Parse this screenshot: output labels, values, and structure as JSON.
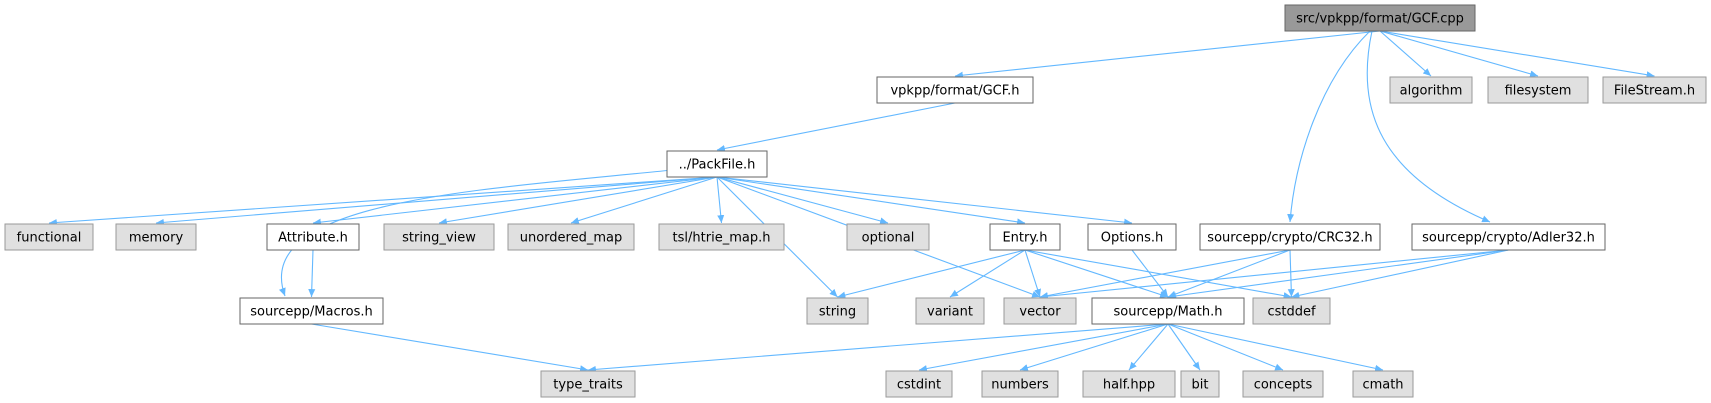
{
  "diagram": {
    "nodes": [
      {
        "id": "root",
        "label": "src/vpkpp/format/GCF.cpp",
        "kind": "root"
      },
      {
        "id": "gcfh",
        "label": "vpkpp/format/GCF.h",
        "kind": "local"
      },
      {
        "id": "algorithm",
        "label": "algorithm",
        "kind": "system"
      },
      {
        "id": "filesystem",
        "label": "filesystem",
        "kind": "system"
      },
      {
        "id": "filestream",
        "label": "FileStream.h",
        "kind": "system"
      },
      {
        "id": "packfile",
        "label": "../PackFile.h",
        "kind": "local"
      },
      {
        "id": "functional",
        "label": "functional",
        "kind": "system"
      },
      {
        "id": "memory",
        "label": "memory",
        "kind": "system"
      },
      {
        "id": "attribute",
        "label": "Attribute.h",
        "kind": "local"
      },
      {
        "id": "string_view",
        "label": "string_view",
        "kind": "system"
      },
      {
        "id": "unordered_map",
        "label": "unordered_map",
        "kind": "system"
      },
      {
        "id": "htrie",
        "label": "tsl/htrie_map.h",
        "kind": "system"
      },
      {
        "id": "optional",
        "label": "optional",
        "kind": "system"
      },
      {
        "id": "entry",
        "label": "Entry.h",
        "kind": "local"
      },
      {
        "id": "options",
        "label": "Options.h",
        "kind": "local"
      },
      {
        "id": "crc32",
        "label": "sourcepp/crypto/CRC32.h",
        "kind": "local"
      },
      {
        "id": "adler32",
        "label": "sourcepp/crypto/Adler32.h",
        "kind": "local"
      },
      {
        "id": "macros",
        "label": "sourcepp/Macros.h",
        "kind": "local"
      },
      {
        "id": "string",
        "label": "string",
        "kind": "system"
      },
      {
        "id": "variant",
        "label": "variant",
        "kind": "system"
      },
      {
        "id": "vector",
        "label": "vector",
        "kind": "system"
      },
      {
        "id": "math",
        "label": "sourcepp/Math.h",
        "kind": "local"
      },
      {
        "id": "cstddef",
        "label": "cstddef",
        "kind": "system"
      },
      {
        "id": "type_traits",
        "label": "type_traits",
        "kind": "system"
      },
      {
        "id": "cstdint",
        "label": "cstdint",
        "kind": "system"
      },
      {
        "id": "numbers",
        "label": "numbers",
        "kind": "system"
      },
      {
        "id": "half",
        "label": "half.hpp",
        "kind": "system"
      },
      {
        "id": "bit",
        "label": "bit",
        "kind": "system"
      },
      {
        "id": "concepts",
        "label": "concepts",
        "kind": "system"
      },
      {
        "id": "cmath",
        "label": "cmath",
        "kind": "system"
      }
    ],
    "edges": [
      [
        "root",
        "gcfh"
      ],
      [
        "root",
        "algorithm"
      ],
      [
        "root",
        "filesystem"
      ],
      [
        "root",
        "filestream"
      ],
      [
        "root",
        "crc32"
      ],
      [
        "root",
        "adler32"
      ],
      [
        "gcfh",
        "packfile"
      ],
      [
        "packfile",
        "functional"
      ],
      [
        "packfile",
        "memory"
      ],
      [
        "packfile",
        "attribute"
      ],
      [
        "packfile",
        "string_view"
      ],
      [
        "packfile",
        "unordered_map"
      ],
      [
        "packfile",
        "htrie"
      ],
      [
        "packfile",
        "optional"
      ],
      [
        "packfile",
        "entry"
      ],
      [
        "packfile",
        "options"
      ],
      [
        "packfile",
        "macros"
      ],
      [
        "packfile",
        "string"
      ],
      [
        "packfile",
        "vector"
      ],
      [
        "attribute",
        "macros"
      ],
      [
        "entry",
        "string"
      ],
      [
        "entry",
        "variant"
      ],
      [
        "entry",
        "vector"
      ],
      [
        "entry",
        "math"
      ],
      [
        "entry",
        "cstddef"
      ],
      [
        "options",
        "math"
      ],
      [
        "crc32",
        "vector"
      ],
      [
        "crc32",
        "math"
      ],
      [
        "crc32",
        "cstddef"
      ],
      [
        "adler32",
        "vector"
      ],
      [
        "adler32",
        "math"
      ],
      [
        "adler32",
        "cstddef"
      ],
      [
        "macros",
        "type_traits"
      ],
      [
        "math",
        "type_traits"
      ],
      [
        "math",
        "cstdint"
      ],
      [
        "math",
        "numbers"
      ],
      [
        "math",
        "half"
      ],
      [
        "math",
        "bit"
      ],
      [
        "math",
        "concepts"
      ],
      [
        "math",
        "cmath"
      ]
    ]
  }
}
